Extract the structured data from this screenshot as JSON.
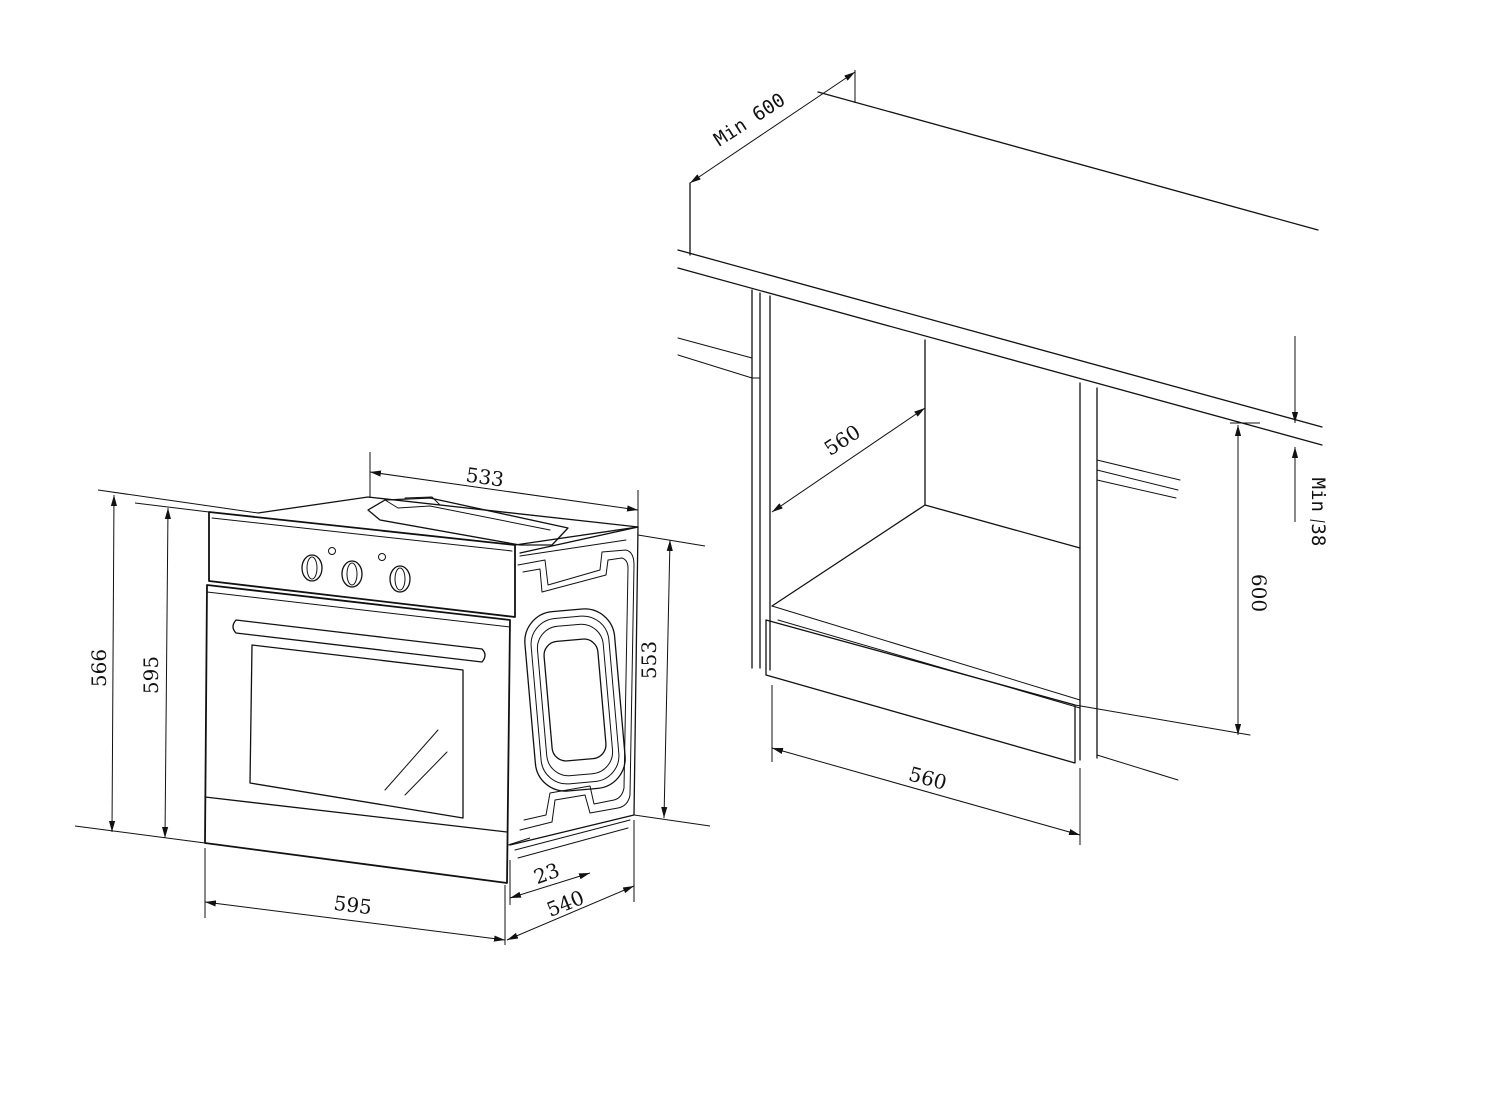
{
  "oven": {
    "dim_width_top": "533",
    "dim_height_566": "566",
    "dim_height_595": "595",
    "dim_side_height": "553",
    "dim_front_width": "595",
    "dim_depth": "540",
    "dim_door_offset": "23"
  },
  "cabinet": {
    "dim_min_depth": "Min 600",
    "dim_inner_depth": "560",
    "dim_min_gap": "Min 38",
    "dim_height": "600",
    "dim_width": "560"
  }
}
